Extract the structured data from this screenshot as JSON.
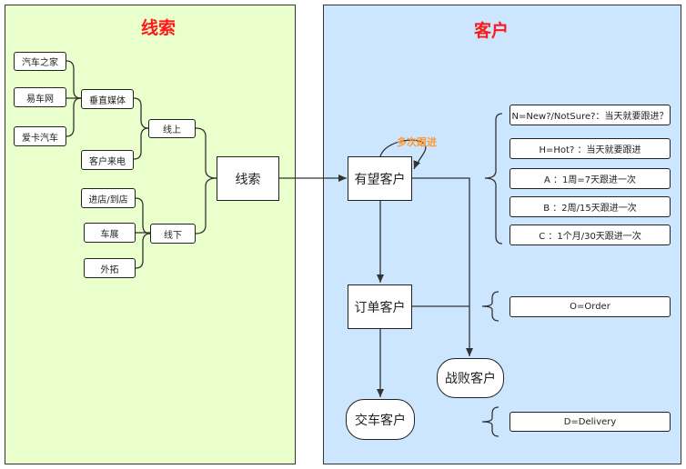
{
  "panels": {
    "left_title": "线索",
    "right_title": "客户"
  },
  "colors": {
    "left_bg": "#e9ffcc",
    "right_bg": "#cce6ff",
    "title_red": "#ff1a1a",
    "note_orange": "#ff9933",
    "line": "#333333"
  },
  "sources": {
    "autohome": "汽车之家",
    "yiche": "易车网",
    "aika": "爱卡汽车",
    "vertical_media": "垂直媒体",
    "customer_call": "客户来电",
    "online": "线上",
    "store_visit": "进店/到店",
    "auto_show": "车展",
    "outreach": "外拓",
    "offline": "线下"
  },
  "lead": "线索",
  "customers": {
    "prospect": "有望客户",
    "followup_note": "多次跟进",
    "order": "订单客户",
    "delivered": "交车客户",
    "lost": "战败客户"
  },
  "levels": {
    "n": "N=New?/NotSure?：当天就要跟进？",
    "h": "H=Hot? ：当天就要跟进",
    "a": "A ：1周=7天跟进一次",
    "b": "B ：2周/15天跟进一次",
    "c": "C ：1个月/30天跟进一次",
    "o": "O=Order",
    "d": "D=Delivery"
  }
}
